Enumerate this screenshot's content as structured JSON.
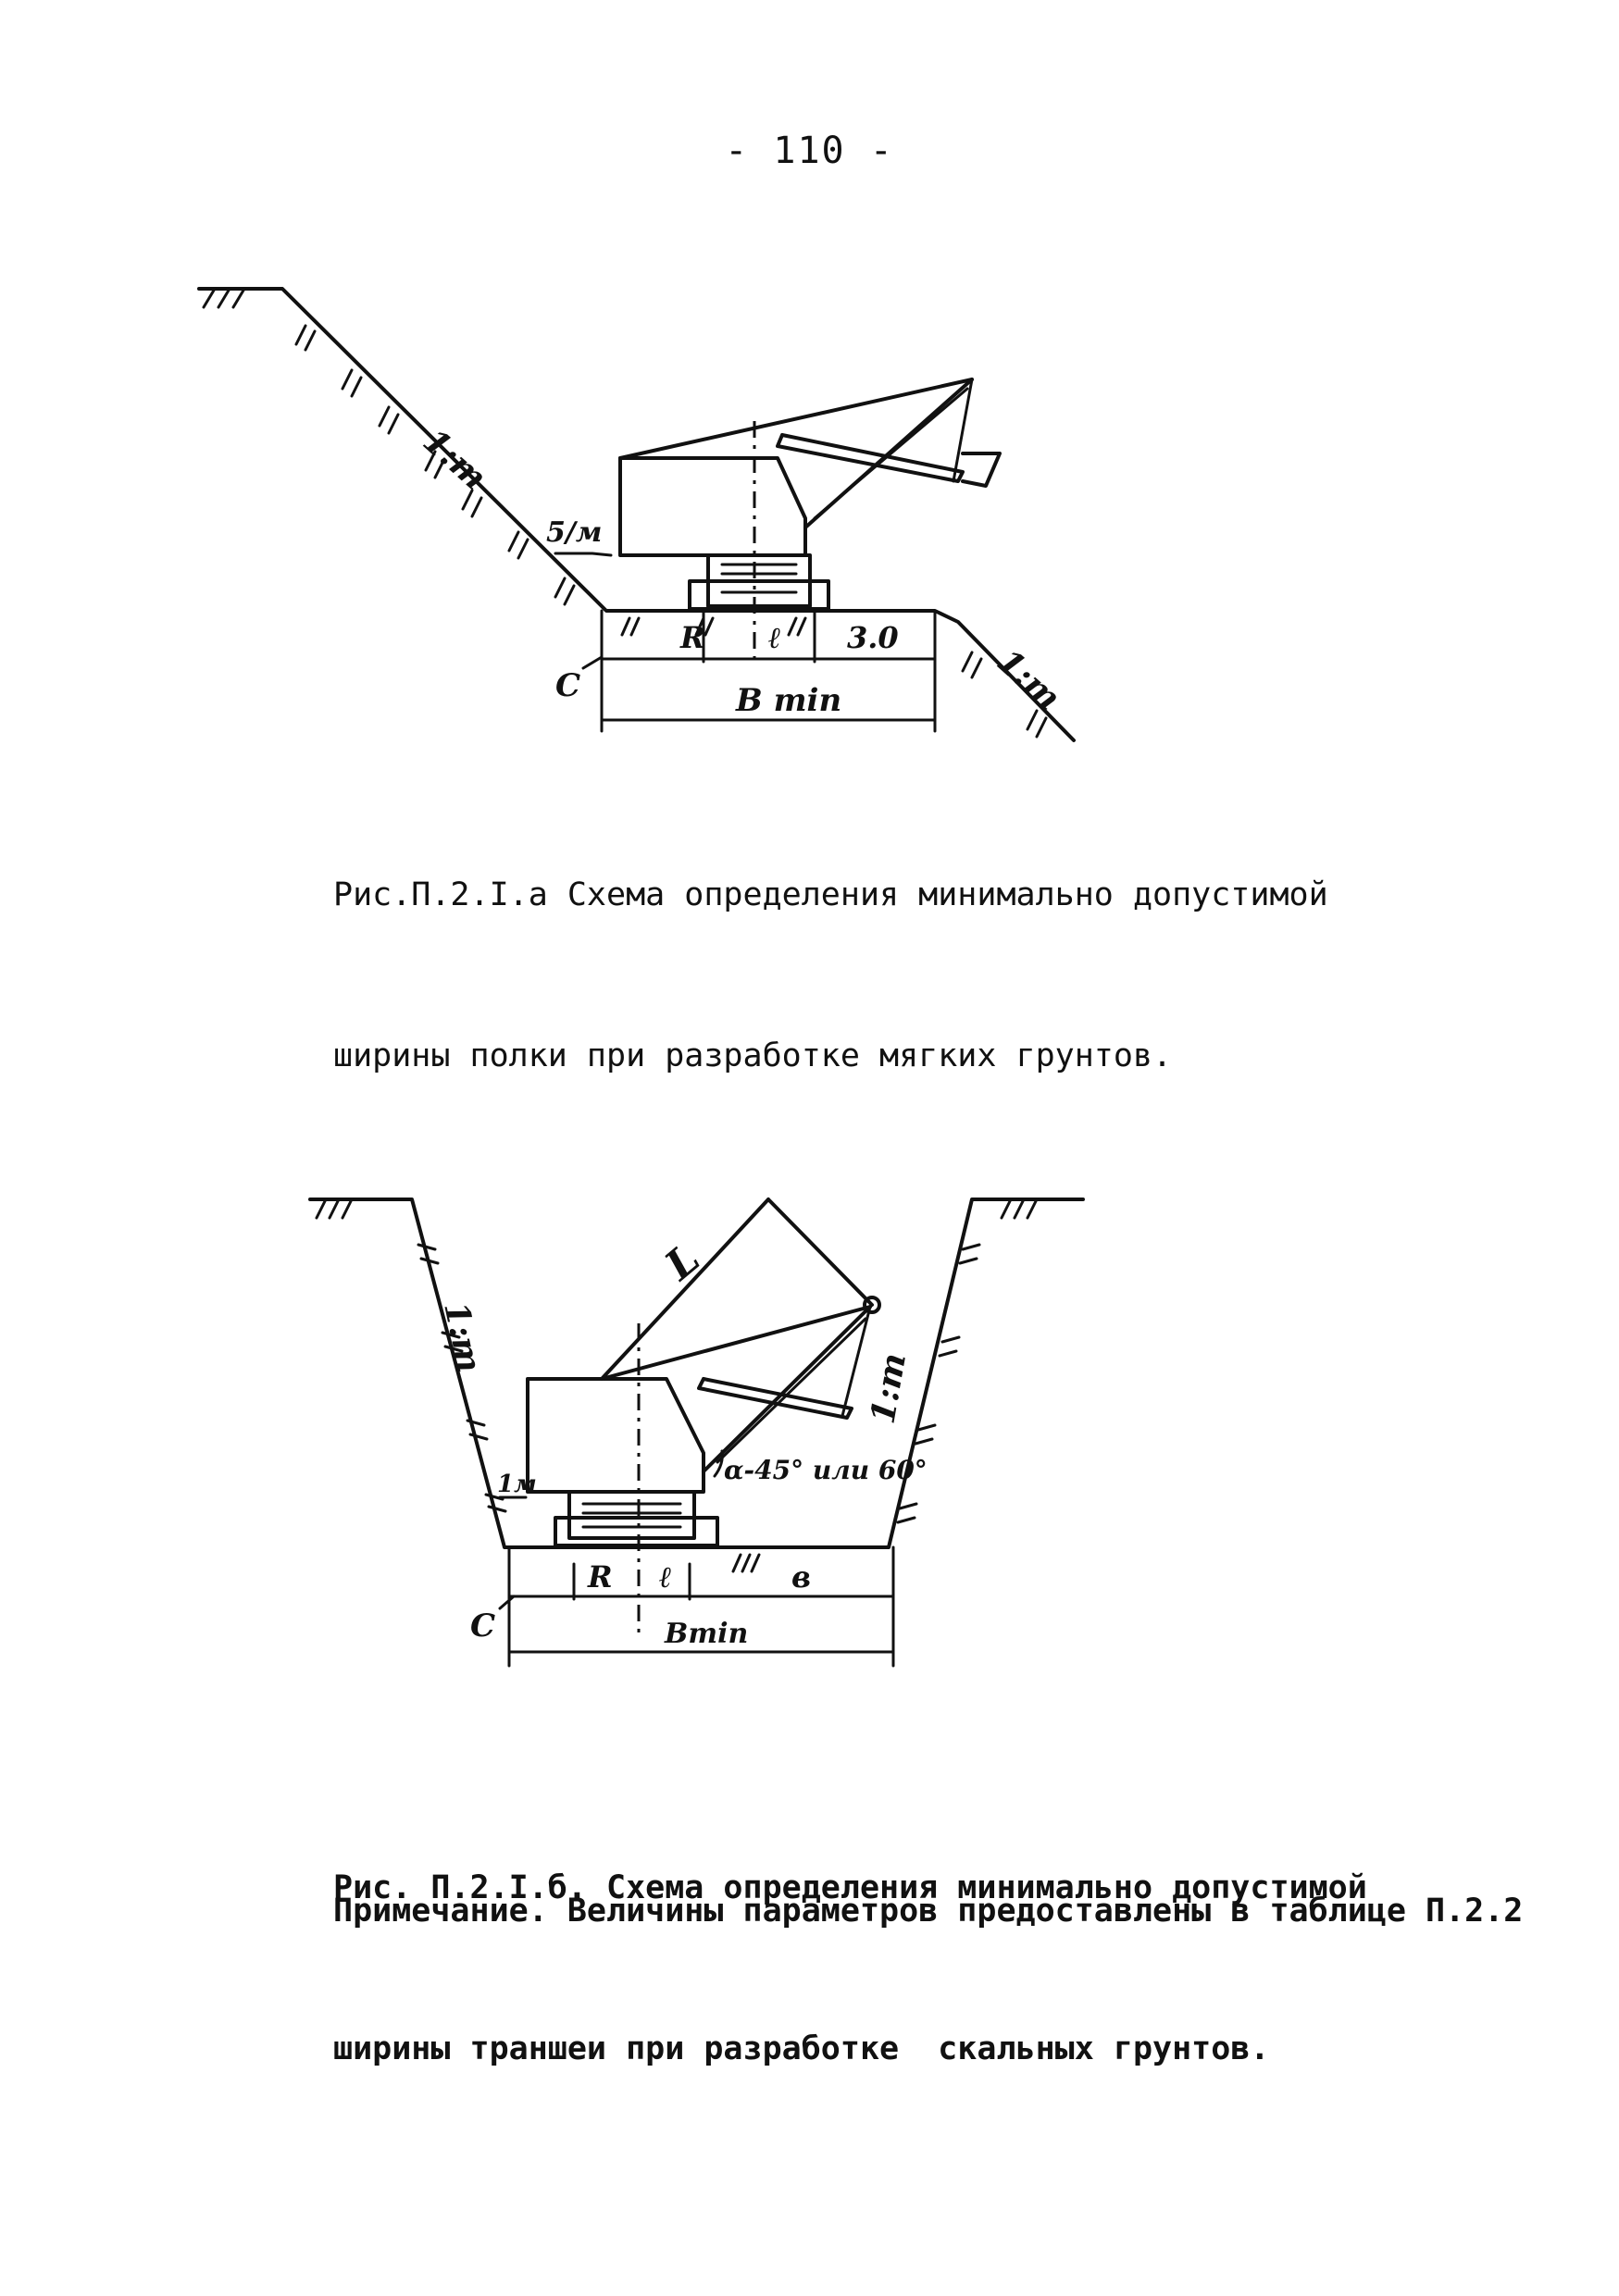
{
  "page": {
    "number": "- 110 -"
  },
  "figure_a": {
    "labels": {
      "slope_left": "1:m",
      "slope_right": "1:m",
      "h": "5/м",
      "R": "R",
      "l": "ℓ",
      "gap": "3.0",
      "C": "C",
      "Bmin": "B min"
    },
    "caption_line1": "Рис.П.2.I.а Схема определения минимально допустимой",
    "caption_line2": "ширины полки при разработке мягких грунтов."
  },
  "figure_b": {
    "labels": {
      "L": "L",
      "slope_left": "1:m",
      "slope_right": "1:m",
      "angle": "α-45° или 60°",
      "h": "1м",
      "R": "R",
      "l": "ℓ",
      "b": "в",
      "C": "C",
      "Bmin": "Bmin"
    },
    "caption_line1": "Рис. П.2.I.б. Схема определения минимально допустимой",
    "caption_line2": "ширины траншеи при разработке  скальных грунтов."
  },
  "note": "Примечание. Величины параметров предоставлены в таблице П.2.2"
}
